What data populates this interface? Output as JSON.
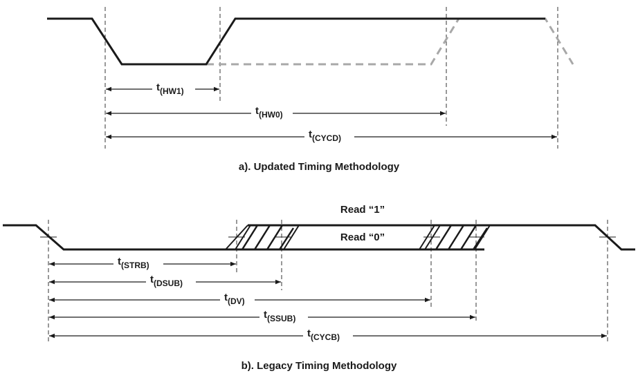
{
  "panel_a": {
    "caption": "a). Updated Timing Methodology",
    "measurements": [
      {
        "id": "hw1",
        "main": "t",
        "sub": "(HW1)"
      },
      {
        "id": "hw0",
        "main": "t",
        "sub": "(HW0)"
      },
      {
        "id": "cycd",
        "main": "t",
        "sub": "(CYCD)"
      }
    ]
  },
  "panel_b": {
    "caption": "b). Legacy Timing Methodology",
    "read_one_label": "Read “1”",
    "read_zero_label": "Read “0”",
    "measurements": [
      {
        "id": "strb",
        "main": "t",
        "sub": "(STRB)"
      },
      {
        "id": "dsub",
        "main": "t",
        "sub": "(DSUB)"
      },
      {
        "id": "dv",
        "main": "t",
        "sub": "(DV)"
      },
      {
        "id": "ssub",
        "main": "t",
        "sub": "(SSUB)"
      },
      {
        "id": "cycb",
        "main": "t",
        "sub": "(CYCB)"
      }
    ]
  },
  "colors": {
    "signal": "#1a1a1a",
    "ghost_signal": "#a8a8a8"
  }
}
